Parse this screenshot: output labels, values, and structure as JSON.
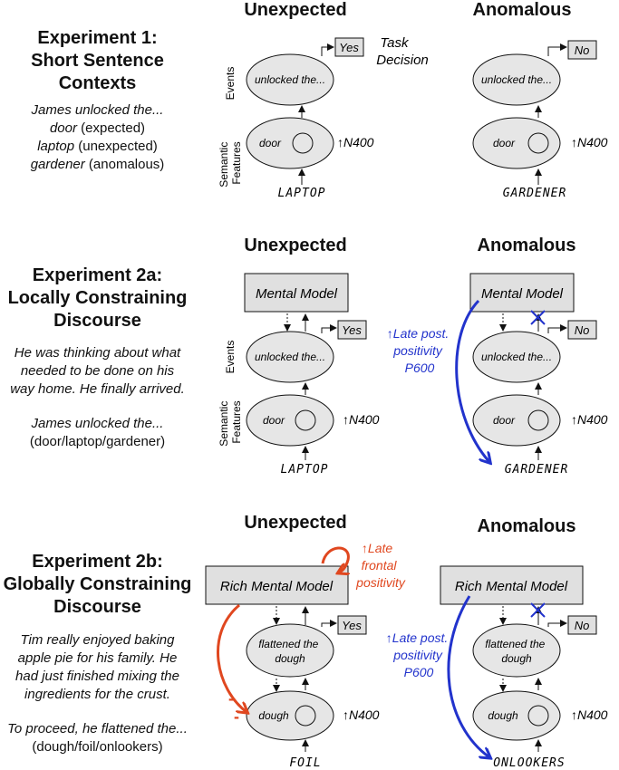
{
  "columns": {
    "unexpected": "Unexpected",
    "anomalous": "Anomalous"
  },
  "exp1": {
    "title_l1": "Experiment 1:",
    "title_l2": "Short Sentence",
    "title_l3": "Contexts",
    "sentence": "James unlocked the...",
    "w1": "door",
    "w1_note": "(expected)",
    "w2": "laptop",
    "w2_note": "(unexpected)",
    "w3": "gardener",
    "w3_note": "(anomalous)"
  },
  "exp2a": {
    "title_l1": "Experiment 2a:",
    "title_l2": "Locally Constraining",
    "title_l3": "Discourse",
    "ctx_l1": "He was thinking about what",
    "ctx_l2": "needed to be done on his",
    "ctx_l3": "way home. He finally arrived.",
    "sentence": "James unlocked the...",
    "options": "(door/laptop/gardener)"
  },
  "exp2b": {
    "title_l1": "Experiment 2b:",
    "title_l2": "Globally Constraining",
    "title_l3": "Discourse",
    "ctx_l1": "Tim really enjoyed baking",
    "ctx_l2": "apple pie for his family. He",
    "ctx_l3": "had just finished mixing the",
    "ctx_l4": "ingredients for the crust.",
    "sentence": "To proceed, he flattened the...",
    "options": "(dough/foil/onlookers)"
  },
  "labels": {
    "events": "Events",
    "semantic_l1": "Semantic",
    "semantic_l2": "Features",
    "task_l1": "Task",
    "task_l2": "Decision",
    "yes": "Yes",
    "no": "No",
    "n400": "↑N400",
    "unlocked": "unlocked the...",
    "door": "door",
    "flattened_l1": "flattened the",
    "flattened_l2": "dough",
    "dough": "dough",
    "mental_model": "Mental Model",
    "rich_mental_model": "Rich Mental Model",
    "laptop": "LAPTOP",
    "gardener": "GARDENER",
    "foil": "FOIL",
    "onlookers": "ONLOOKERS",
    "late_post_l1": "↑Late post.",
    "late_post_l2": "positivity",
    "late_post_l3": "P600",
    "late_front_l1": "↑Late",
    "late_front_l2": "frontal",
    "late_front_l3": "positivity",
    "minus": "-"
  },
  "colors": {
    "blue": "#2233cc",
    "red": "#e0471f",
    "node_fill": "#e6e6e6",
    "box_fill": "#e0e0e0"
  }
}
